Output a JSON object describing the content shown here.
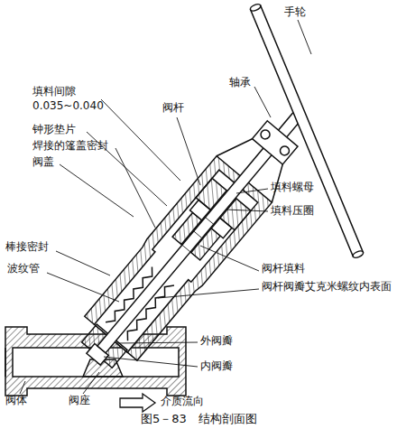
{
  "diagram": {
    "caption": "图5－83　结构剖面图",
    "labels": [
      "手轮",
      "轴承",
      "填料间隙 0.035~0.040",
      "阀杆",
      "钟形垫片",
      "焊接的篷盖密封",
      "阀盖",
      "填料螺母",
      "填料压圈",
      "棒接密封",
      "波纹管",
      "阀杆填料",
      "阀杆阀瓣艾克米螺纹内表面",
      "外阀瓣",
      "内阀瓣",
      "阀体",
      "阀座",
      "介质流向"
    ]
  }
}
